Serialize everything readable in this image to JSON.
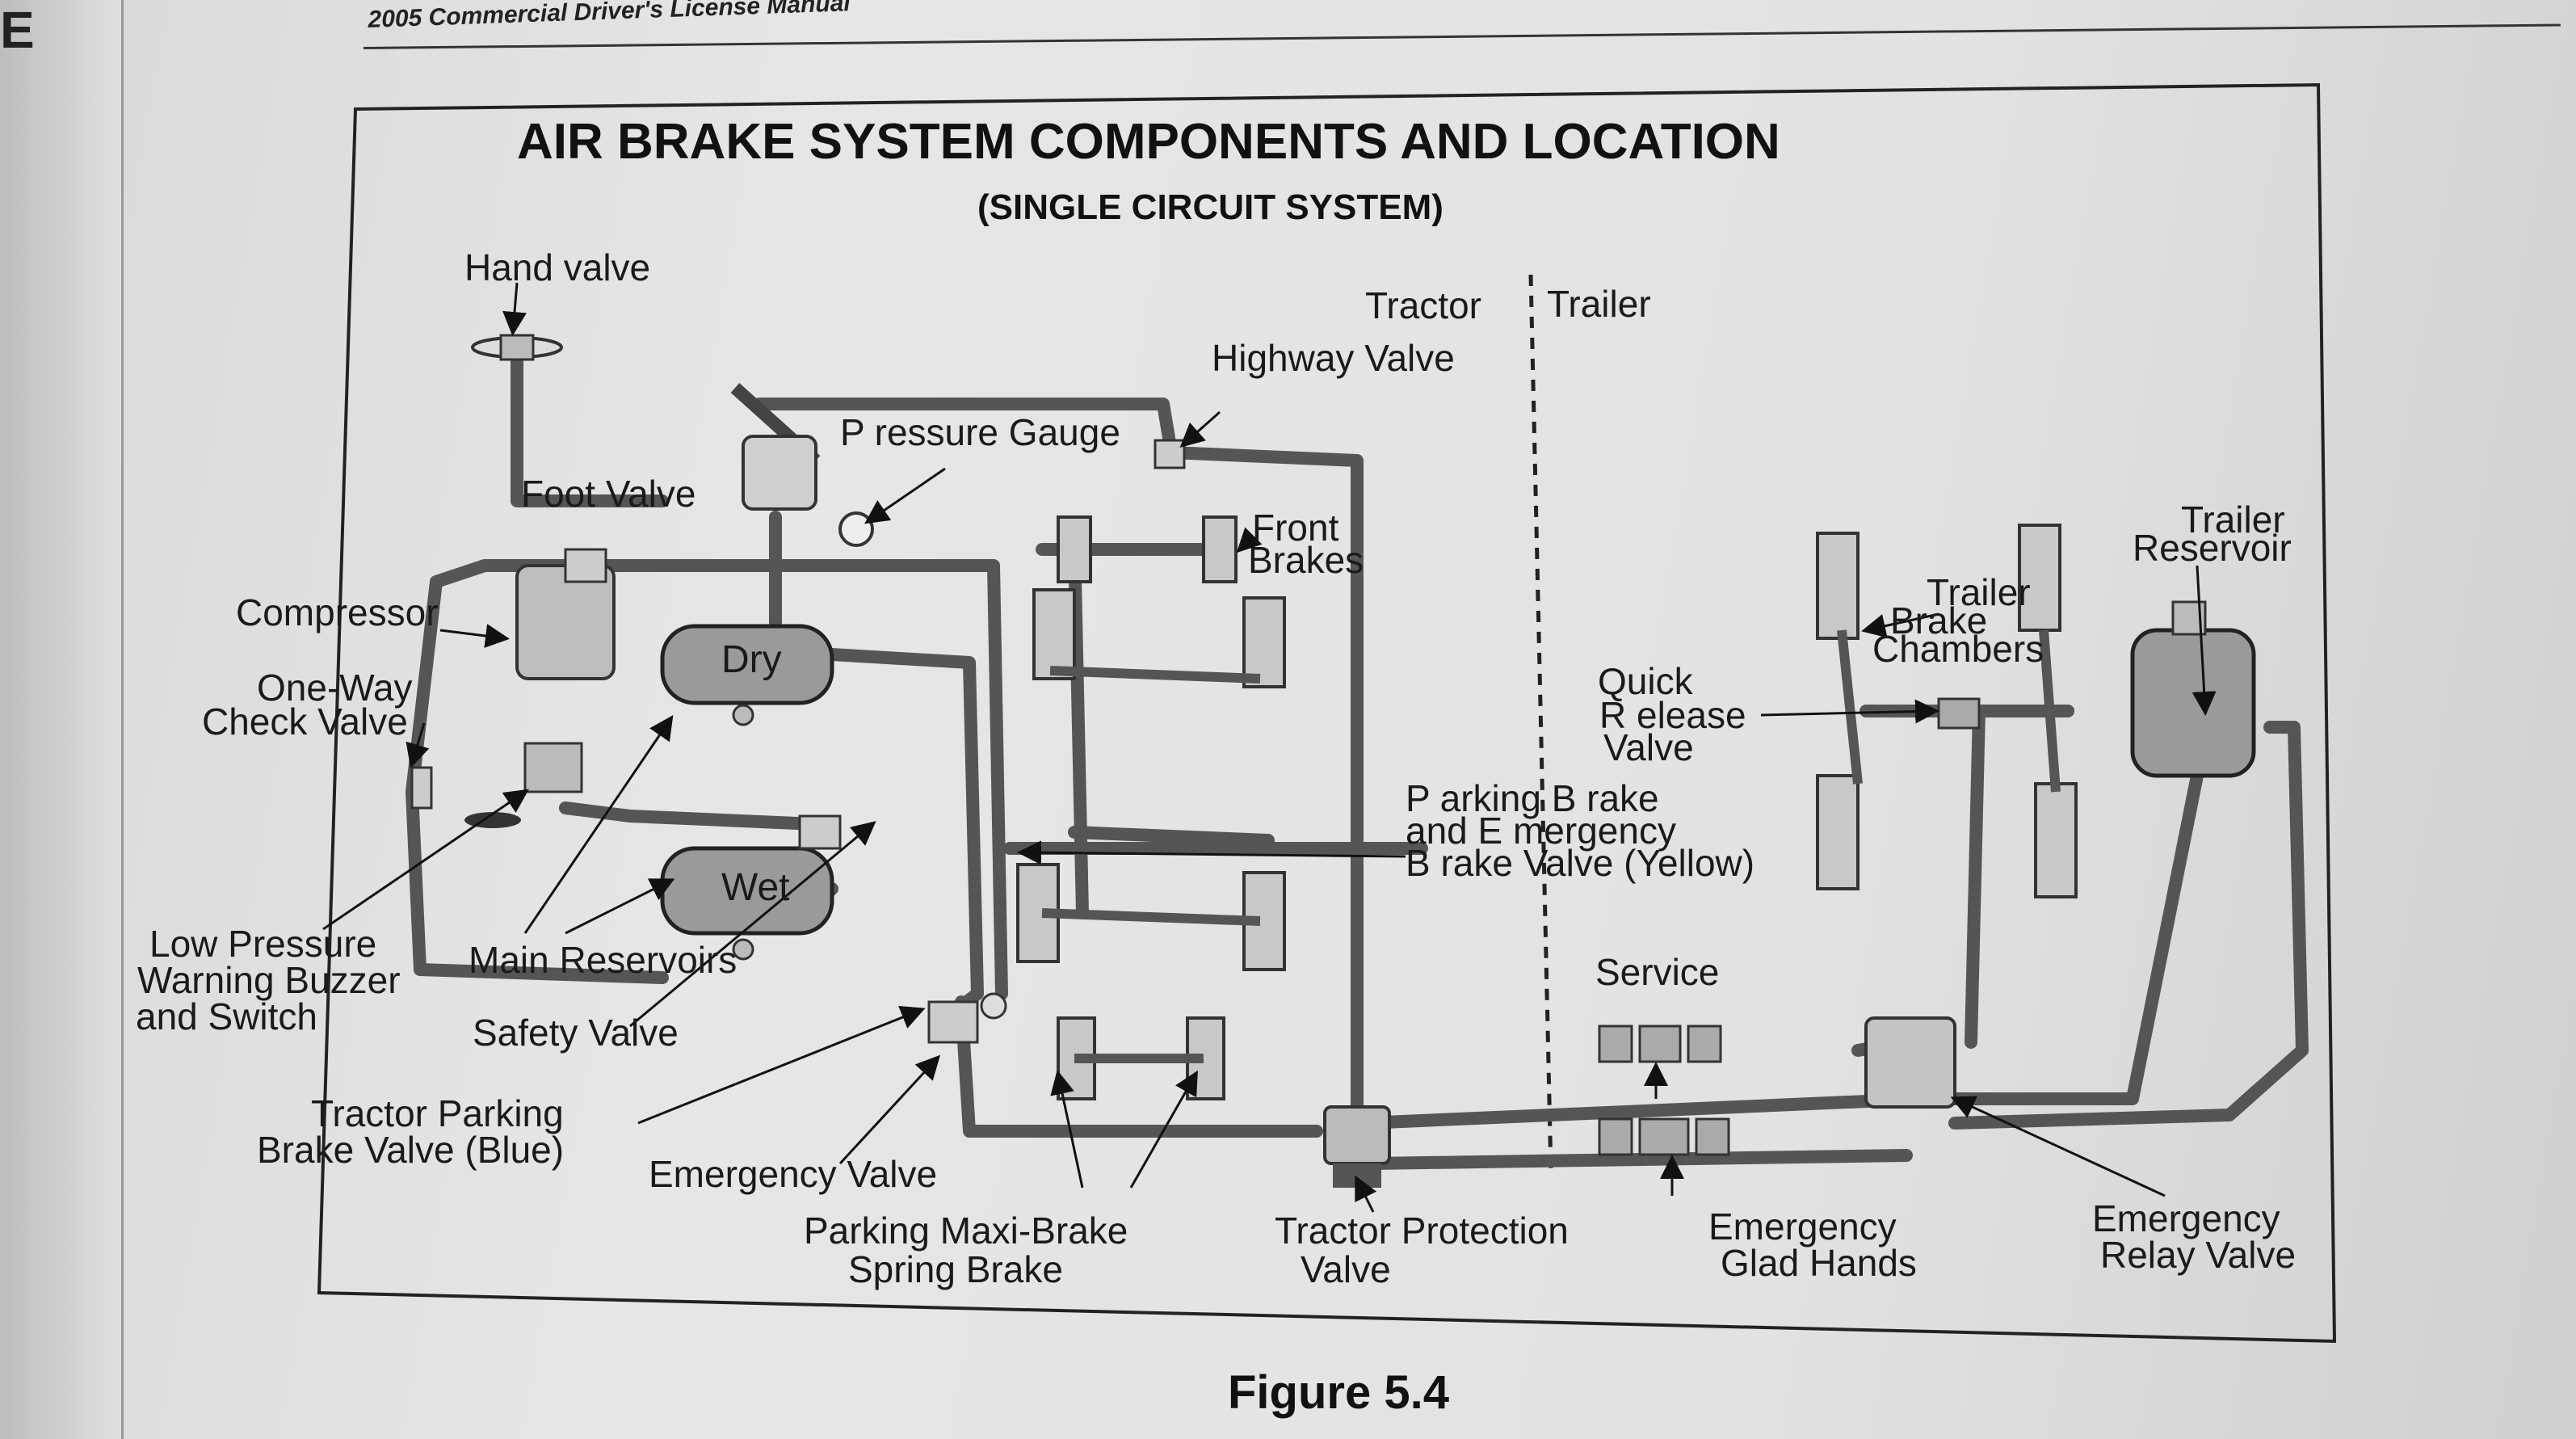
{
  "page": {
    "left_page_letter": "E",
    "header": "2005 Commercial Driver's License Manual",
    "figure_caption": "Figure 5.4"
  },
  "diagram": {
    "title": "AIR BRAKE SYSTEM COMPONENTS AND LOCATION",
    "subtitle": "(SINGLE CIRCUIT SYSTEM)",
    "divider": {
      "left": "Tractor",
      "right": "Trailer"
    },
    "tank_labels": {
      "dry": "Dry",
      "wet": "Wet"
    },
    "labels": {
      "hand_valve": "Hand valve",
      "pressure_gauge": "P ressure Gauge",
      "foot_valve": "Foot Valve",
      "compressor": "Compressor",
      "one_way_check_valve_1": "One-Way",
      "one_way_check_valve_2": "Check Valve",
      "low_pressure_1": "Low Pressure",
      "low_pressure_2": "Warning Buzzer",
      "low_pressure_3": "and Switch",
      "main_reservoirs": "Main Reservoirs",
      "safety_valve": "Safety Valve",
      "tractor_parking_1": "Tractor Parking",
      "tractor_parking_2": "Brake Valve (Blue)",
      "emergency_valve": "Emergency Valve",
      "parking_maxi_1": "Parking Maxi-Brake",
      "parking_maxi_2": "Spring Brake",
      "tractor_protection_1": "Tractor Protection",
      "tractor_protection_2": "Valve",
      "emergency_glad_1": "Emergency",
      "emergency_glad_2": "Glad Hands",
      "emergency_relay_1": "Emergency",
      "emergency_relay_2": "Relay Valve",
      "highway_valve": "Highway Valve",
      "front_brakes_1": "Front",
      "front_brakes_2": "Brakes",
      "trailer_brake_1": "Trailer",
      "trailer_brake_2": "Brake",
      "trailer_brake_3": "Chambers",
      "trailer_reservoir_1": "Trailer",
      "trailer_reservoir_2": "Reservoir",
      "quick_release_1": "Quick",
      "quick_release_2": "R elease",
      "quick_release_3": "Valve",
      "parking_emergency_1": "P arking B rake",
      "parking_emergency_2": "and E mergency",
      "parking_emergency_3": "B rake Valve (Yellow)",
      "service": "Service"
    }
  }
}
